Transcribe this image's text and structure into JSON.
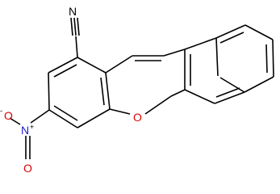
{
  "molecule": {
    "atoms": {
      "nitrile_n": "N",
      "ring_oxygen": "O",
      "nitro_n": "N",
      "nitro_n_charge": "+",
      "nitro_o_top": "O",
      "nitro_o_top_charge": "-",
      "nitro_o_bottom": "O"
    },
    "colors": {
      "bond": "#000000",
      "oxygen": "#e00000",
      "nitrogen": "#1a1ad6"
    }
  }
}
